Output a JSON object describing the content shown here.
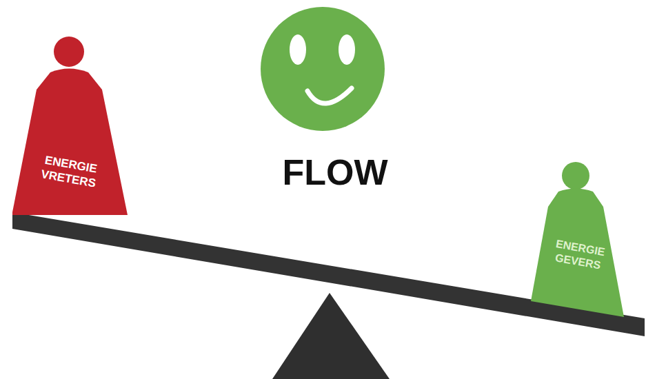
{
  "diagram": {
    "nodes": [
      {
        "text": [
          "ENERGIE VRETERS"
        ]
      },
      {
        "text": [
          "ENERGIE GEVERS"
        ]
      }
    ],
    "labels": [
      "FLOW"
    ]
  }
}
